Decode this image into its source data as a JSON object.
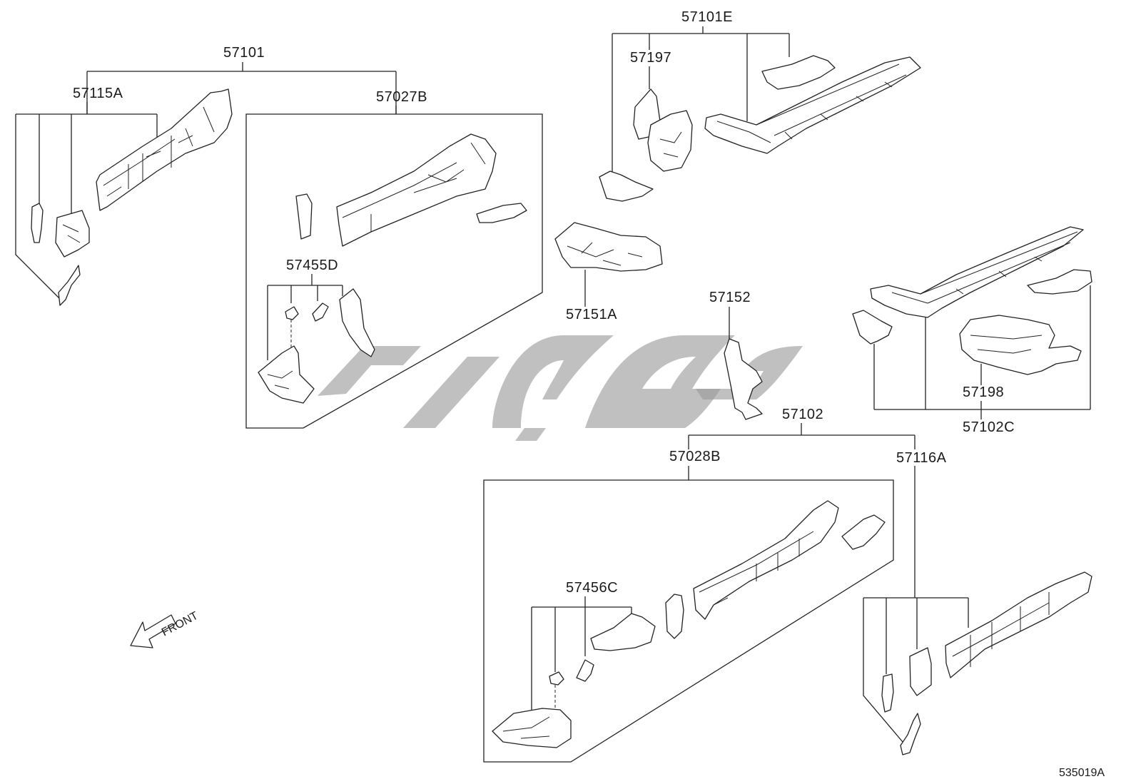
{
  "diagram": {
    "labels": {
      "p57101": "57101",
      "p57115A": "57115A",
      "p57027B": "57027B",
      "p57455D": "57455D",
      "p57101E": "57101E",
      "p57197": "57197",
      "p57151A": "57151A",
      "p57152": "57152",
      "p57198": "57198",
      "p57102C": "57102C",
      "p57102": "57102",
      "p57028B": "57028B",
      "p57116A": "57116A",
      "p57456C": "57456C",
      "front": "FRONT",
      "figure_code": "535019A"
    },
    "watermark_color": "#9a9a9a",
    "line_color": "#222222"
  }
}
